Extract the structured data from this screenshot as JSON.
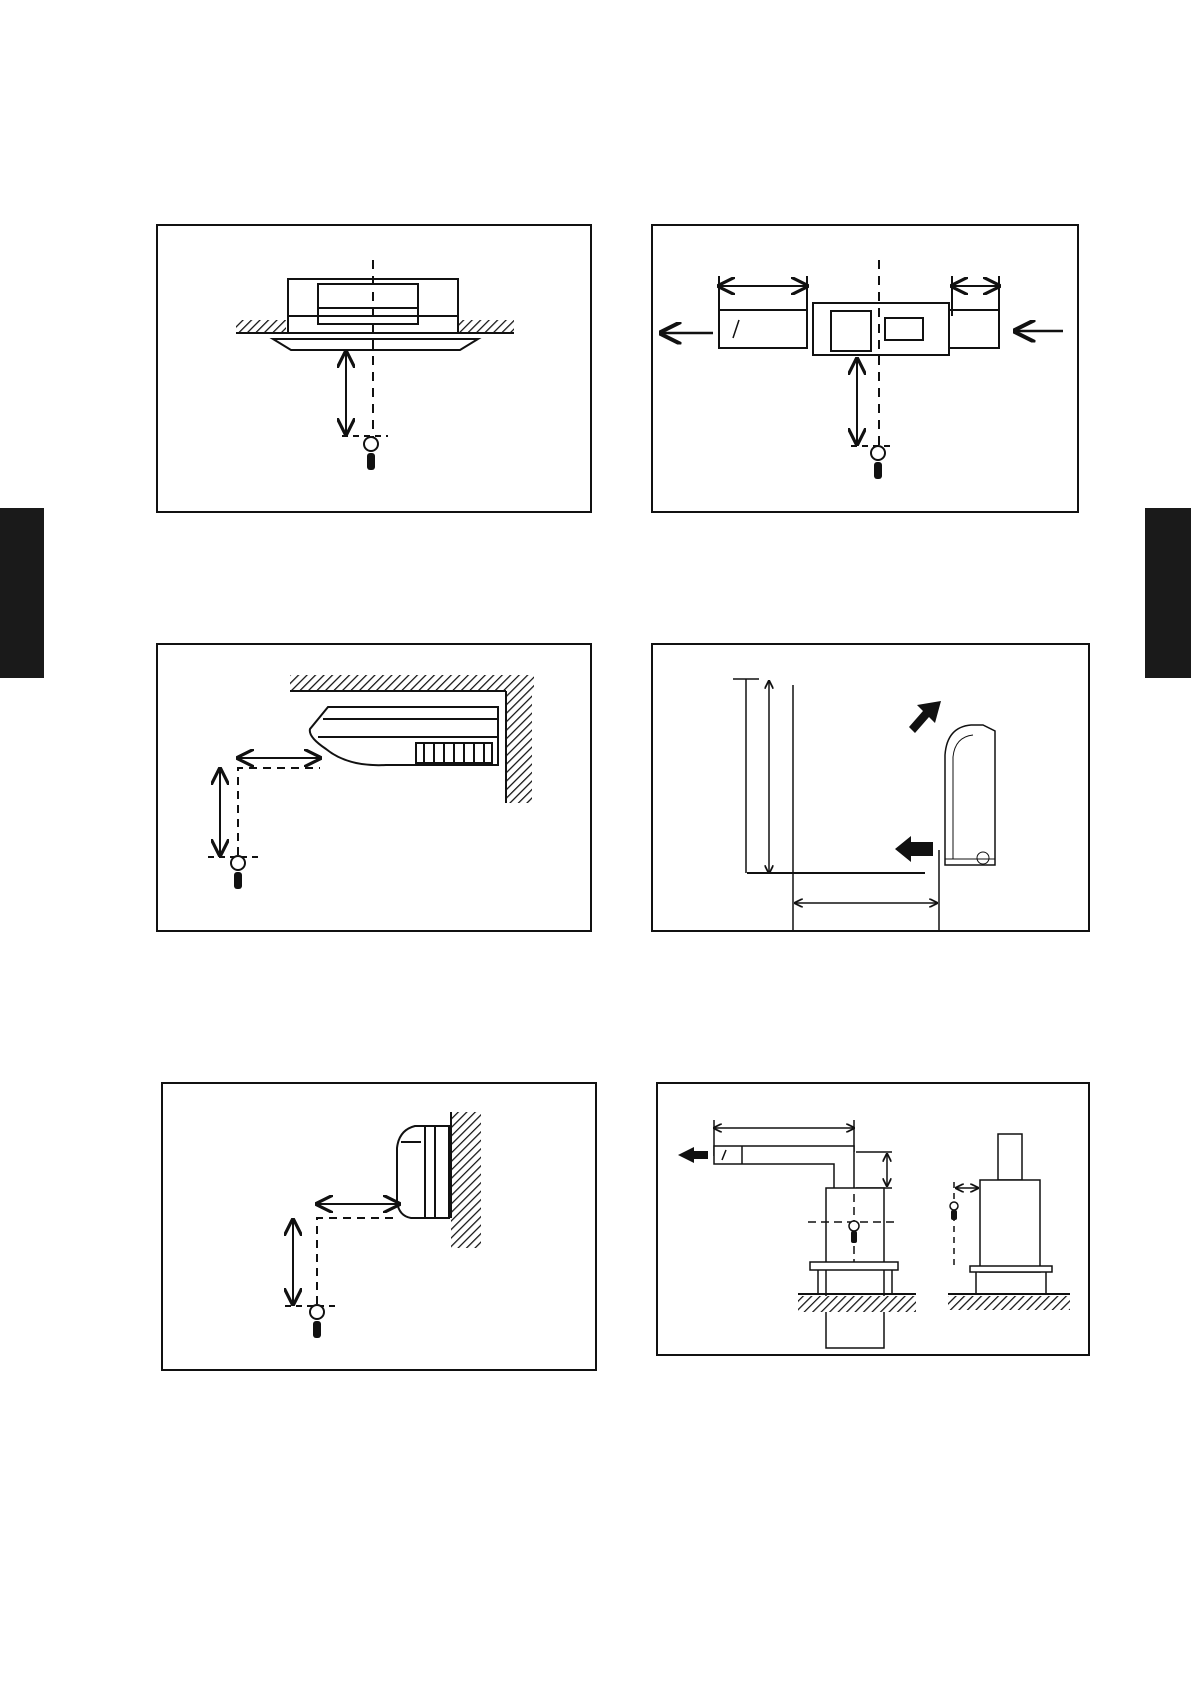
{
  "page": {
    "background": "#ffffff",
    "ink": "#111111",
    "tab_color": "#1a1a1a"
  },
  "panels": [
    {
      "name": "ceiling-cassette-unit"
    },
    {
      "name": "ducted-unit"
    },
    {
      "name": "ceiling-suspended-unit"
    },
    {
      "name": "floor-console-unit"
    },
    {
      "name": "wall-mounted-unit"
    },
    {
      "name": "floor-standing-ducted-unit"
    }
  ]
}
